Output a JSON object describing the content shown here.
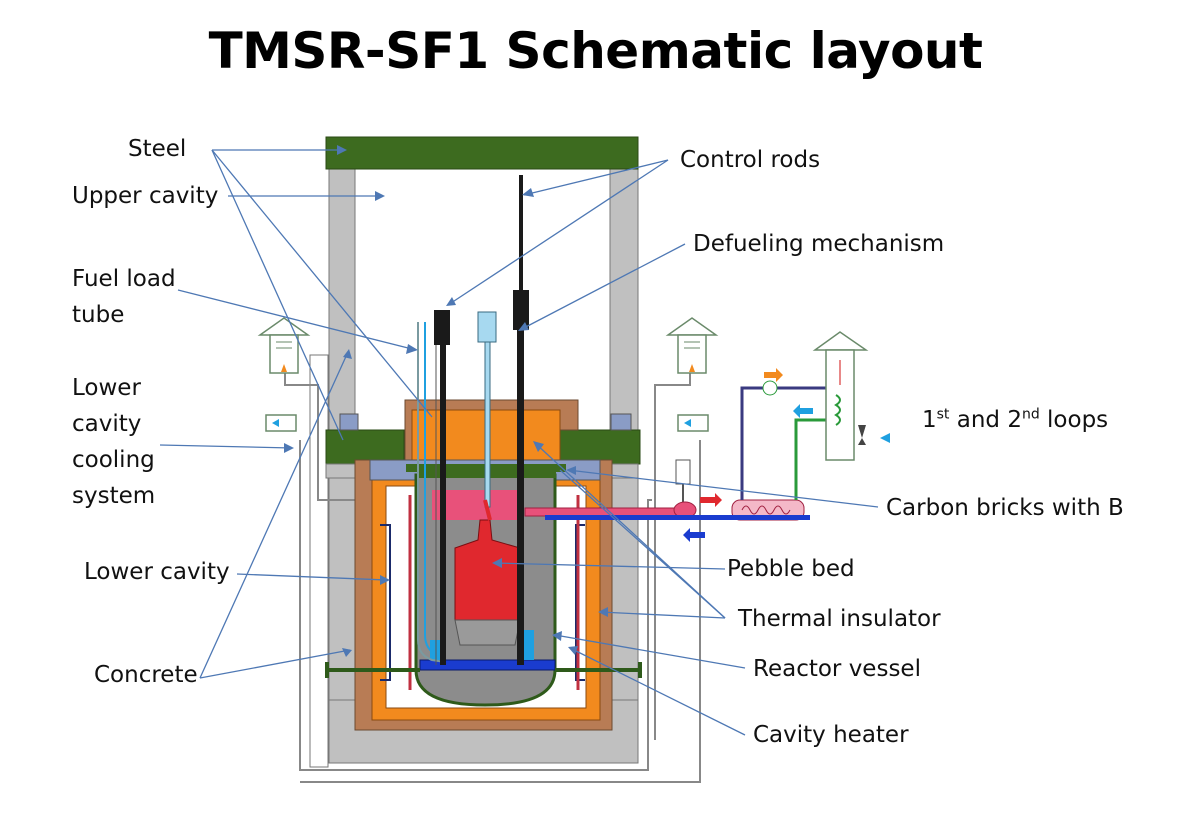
{
  "title": "TMSR-SF1 Schematic layout",
  "labels": {
    "steel": "Steel",
    "upper_cavity": "Upper cavity",
    "fuel_load_tube_1": "Fuel load",
    "fuel_load_tube_2": "tube",
    "lower_cavity_cooling_1": "Lower",
    "lower_cavity_cooling_2": "cavity",
    "lower_cavity_cooling_3": "cooling",
    "lower_cavity_cooling_4": "system",
    "lower_cavity": "Lower cavity",
    "concrete": "Concrete",
    "control_rods": "Control rods",
    "defueling_mechanism": "Defueling mechanism",
    "loops_1": "1",
    "loops_sup_1": "st",
    "loops_2": " and 2",
    "loops_sup_2": "nd",
    "loops_3": " loops",
    "carbon_bricks": "Carbon bricks with B",
    "pebble_bed": "Pebble bed",
    "thermal_insulator": "Thermal insulator",
    "reactor_vessel": "Reactor vessel",
    "cavity_heater": "Cavity heater"
  },
  "colors": {
    "steel": "#3d6b1f",
    "concrete": "#c0c0c0",
    "insulator": "#f28a1e",
    "brick_brown": "#b87c55",
    "carbon_brick": "#8a9cc6",
    "pebble": "#e0282e",
    "vessel_gray": "#8c8c8c",
    "coolant_pink": "#e8517a",
    "leader": "#4e78b4",
    "cooling_blue": "#1a3ccf"
  }
}
